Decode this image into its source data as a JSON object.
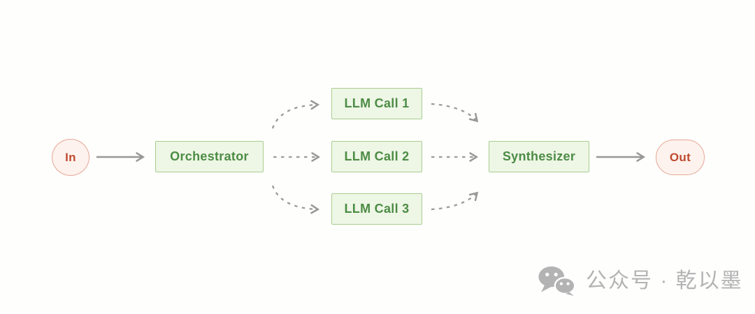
{
  "diagram": {
    "type": "flow-diagram",
    "description": "Orchestrator-workers LLM workflow: input flows to an orchestrator that dispatches three parallel LLM calls whose results are combined by a synthesizer into the output",
    "nodes": {
      "input": {
        "label": "In",
        "shape": "circle",
        "color_role": "pink"
      },
      "orchestrator": {
        "label": "Orchestrator",
        "shape": "rectangle",
        "color_role": "green"
      },
      "llm_call_1": {
        "label": "LLM Call 1",
        "shape": "rectangle",
        "color_role": "green"
      },
      "llm_call_2": {
        "label": "LLM Call 2",
        "shape": "rectangle",
        "color_role": "green"
      },
      "llm_call_3": {
        "label": "LLM Call 3",
        "shape": "rectangle",
        "color_role": "green"
      },
      "synthesizer": {
        "label": "Synthesizer",
        "shape": "rectangle",
        "color_role": "green"
      },
      "output": {
        "label": "Out",
        "shape": "pill",
        "color_role": "pink"
      }
    },
    "edges": [
      {
        "from": "In",
        "to": "Orchestrator",
        "style": "solid"
      },
      {
        "from": "Orchestrator",
        "to": "LLM Call 1",
        "style": "dashed"
      },
      {
        "from": "Orchestrator",
        "to": "LLM Call 2",
        "style": "dashed"
      },
      {
        "from": "Orchestrator",
        "to": "LLM Call 3",
        "style": "dashed"
      },
      {
        "from": "LLM Call 1",
        "to": "Synthesizer",
        "style": "dashed"
      },
      {
        "from": "LLM Call 2",
        "to": "Synthesizer",
        "style": "dashed"
      },
      {
        "from": "LLM Call 3",
        "to": "Synthesizer",
        "style": "dashed"
      },
      {
        "from": "Synthesizer",
        "to": "Out",
        "style": "solid"
      }
    ]
  },
  "watermark": {
    "icon": "wechat-icon",
    "text": "公众号 · 乾以墨"
  },
  "colors": {
    "green_fill": "#EEF6E6",
    "green_border": "#A9CD8E",
    "green_text": "#4C8C44",
    "pink_fill": "#FDF2EE",
    "pink_border": "#E6A795",
    "red_text": "#BF4A2E",
    "arrow_gray": "#989898",
    "watermark_gray": "#B3B3B3",
    "background": "#FEFEFD"
  }
}
